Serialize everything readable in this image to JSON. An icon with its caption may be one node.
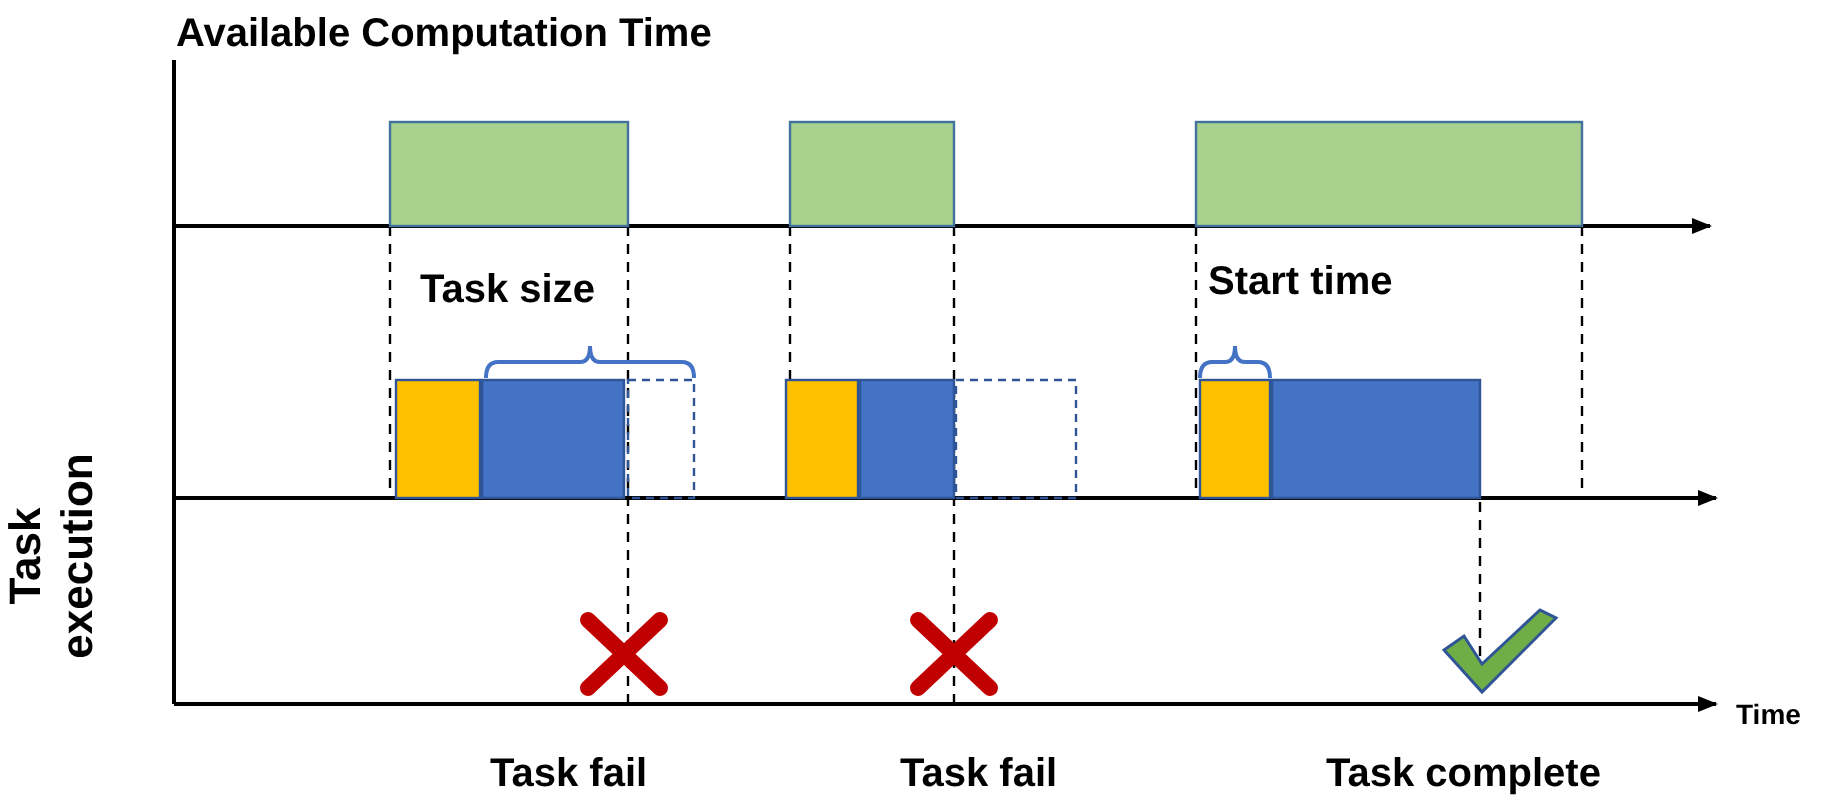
{
  "diagram": {
    "title": "Available Computation Time",
    "nodes": [
      {
        "text": [],
        "shape": "bar"
      },
      {
        "text": [],
        "shape": "bar"
      },
      {
        "text": [],
        "shape": "bar"
      },
      {
        "text": [],
        "shape": "bar"
      },
      {
        "text": [],
        "shape": "bar"
      },
      {
        "text": [],
        "shape": "bar"
      },
      {
        "text": [],
        "shape": "bar"
      },
      {
        "text": [],
        "shape": "bar"
      },
      {
        "text": [],
        "shape": "bar"
      },
      {
        "text": [],
        "shape": "bar"
      },
      {
        "text": [],
        "shape": "bar"
      }
    ],
    "labels": [
      "Task size",
      "Start time",
      "Task execution",
      "Time",
      "Task fail",
      "Task fail",
      "Task complete"
    ]
  }
}
